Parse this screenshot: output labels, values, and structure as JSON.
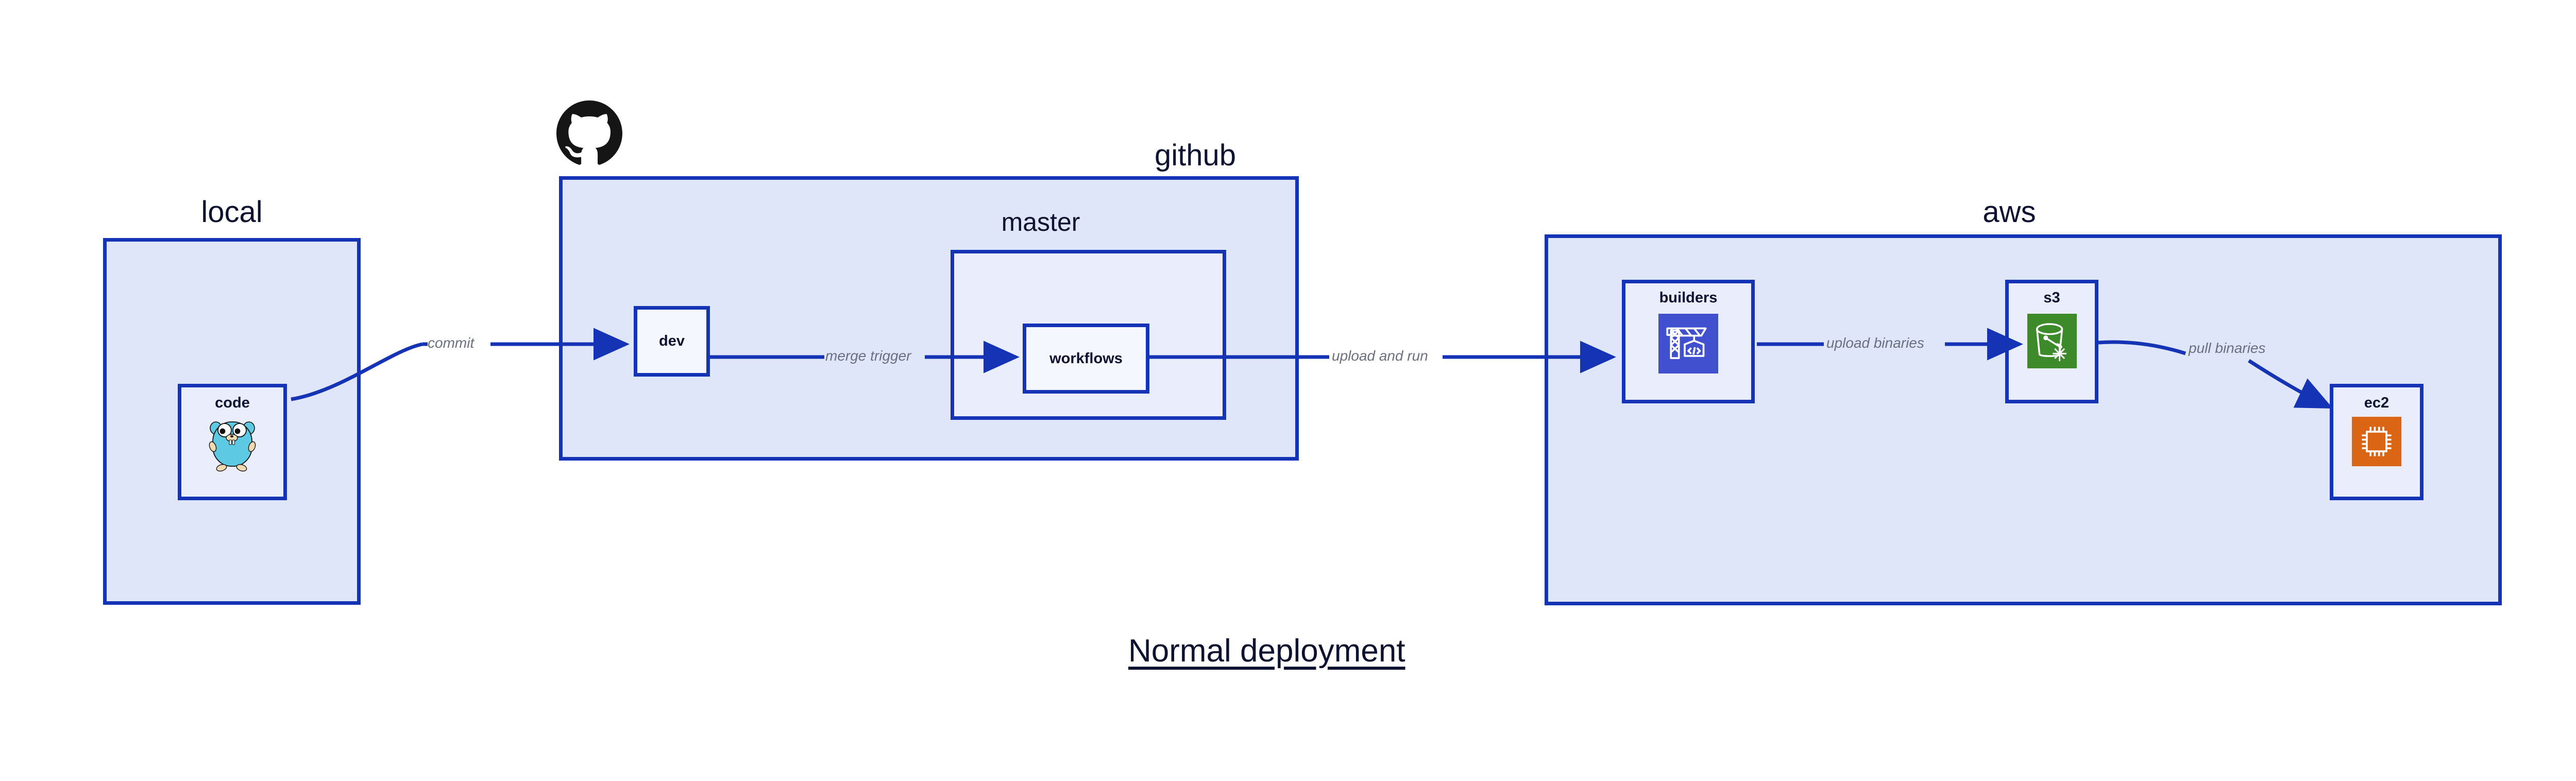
{
  "diagram": {
    "caption": "Normal deployment",
    "palette": {
      "edge_blue": "#1433b5",
      "group_fill": "#e0e6fa",
      "subgroup_fill": "#e9edfc",
      "node_fill": "#eaeefc",
      "node_fill_light": "#f5f7fe",
      "label_gray": "#6b6f80",
      "text_navy": "#0d1230",
      "codebuild_blue": "#4150cf",
      "s3_green": "#3c8a29",
      "ec2_orange": "#d96515",
      "gopher_cyan": "#5dc9e2",
      "gopher_tan": "#f2d9b0",
      "github_black": "#151515"
    },
    "groups": [
      {
        "id": "local",
        "label": "local"
      },
      {
        "id": "github",
        "label": "github"
      },
      {
        "id": "aws",
        "label": "aws"
      }
    ],
    "subgroups": [
      {
        "id": "master",
        "label": "master",
        "parent": "github"
      }
    ],
    "nodes": [
      {
        "id": "code",
        "label": "code",
        "icon": "go-gopher-icon",
        "parent": "local"
      },
      {
        "id": "dev",
        "label": "dev",
        "icon": null,
        "parent": "github"
      },
      {
        "id": "workflows",
        "label": "workflows",
        "icon": null,
        "parent": "master"
      },
      {
        "id": "builders",
        "label": "builders",
        "icon": "aws-codebuild-icon",
        "parent": "aws"
      },
      {
        "id": "s3",
        "label": "s3",
        "icon": "aws-s3-glacier-icon",
        "parent": "aws"
      },
      {
        "id": "ec2",
        "label": "ec2",
        "icon": "aws-ec2-icon",
        "parent": "aws"
      }
    ],
    "edges": [
      {
        "id": "commit",
        "from": "code",
        "to": "dev",
        "label": "commit"
      },
      {
        "id": "merge-trigger",
        "from": "dev",
        "to": "workflows",
        "label": "merge trigger"
      },
      {
        "id": "upload-and-run",
        "from": "workflows",
        "to": "builders",
        "label": "upload and run"
      },
      {
        "id": "upload-binaries",
        "from": "builders",
        "to": "s3",
        "label": "upload binaries"
      },
      {
        "id": "pull-binaries",
        "from": "s3",
        "to": "ec2",
        "label": "pull binaries"
      }
    ],
    "logos": [
      {
        "id": "github-logo",
        "name": "github-octocat-icon"
      }
    ]
  }
}
